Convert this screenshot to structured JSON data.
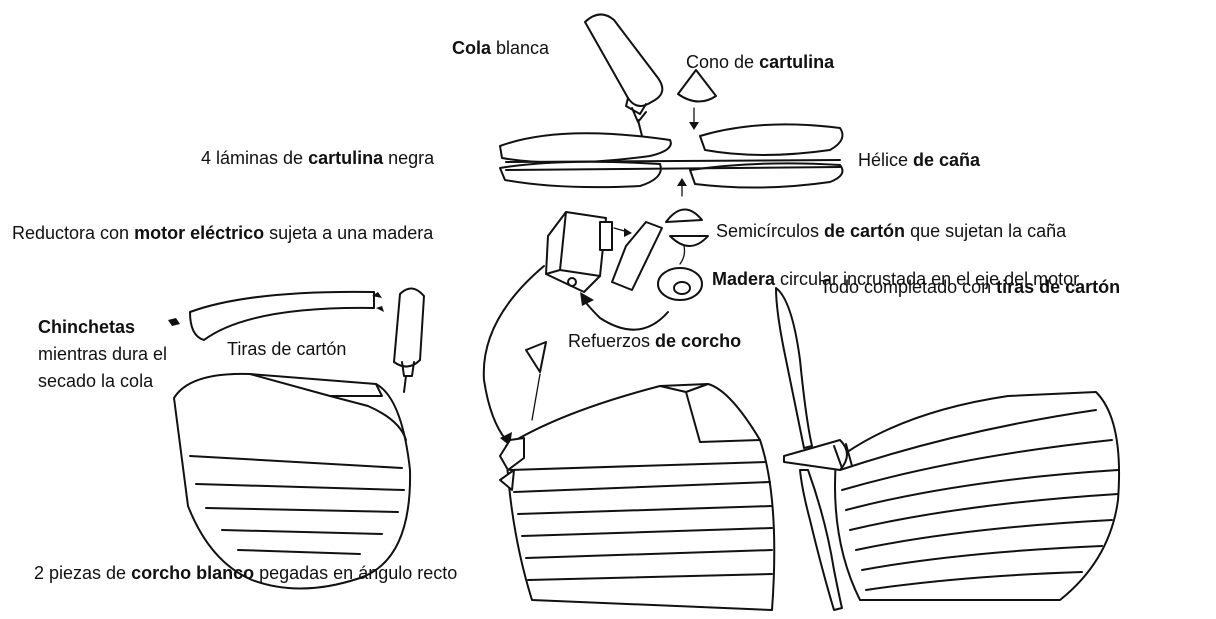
{
  "labels": {
    "cola": {
      "bold": "Cola",
      "rest": " blanca"
    },
    "cono": {
      "pre": "Cono de ",
      "bold": "cartulina"
    },
    "laminas": {
      "pre": "4 láminas de ",
      "bold": "cartulina",
      "post": " negra"
    },
    "helice": {
      "pre": "Hélice ",
      "bold": "de caña"
    },
    "reductora": {
      "pre": "Reductora con ",
      "bold": "motor eléctrico",
      "post": " sujeta a una madera"
    },
    "semicirculos": {
      "pre": "Semicírculos ",
      "bold": "de cartón",
      "post": " que sujetan la caña"
    },
    "madera": {
      "bold": "Madera",
      "post": " circular incrustada en el eje del motor"
    },
    "chinchetas": {
      "bold": "Chinchetas",
      "post": " mientras dura el secado la cola"
    },
    "tiras": {
      "text": "Tiras de cartón"
    },
    "refuerzos": {
      "pre": "Refuerzos ",
      "bold": "de corcho"
    },
    "todo": {
      "pre": "Todo completado con ",
      "bold": "tiras de cartón"
    },
    "piezas": {
      "pre": "2 piezas de ",
      "bold": "corcho blanco",
      "post": " pegadas en ángulo recto"
    }
  }
}
